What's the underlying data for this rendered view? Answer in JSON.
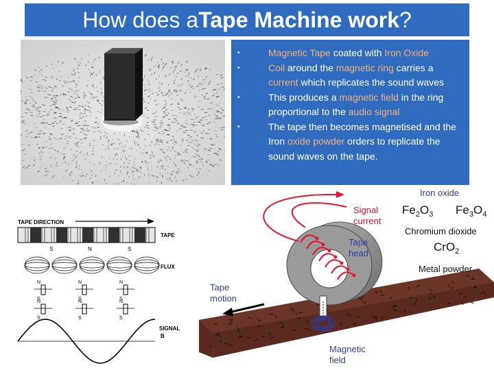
{
  "title": {
    "pre": "How does a ",
    "bold1": "Tape Machine",
    "mid": " ",
    "bold2": "work",
    "post": "?"
  },
  "bullets": [
    {
      "parts": [
        {
          "t": "Magnetic Tape",
          "hl": true
        },
        {
          "t": " coated with ",
          "hl": false
        },
        {
          "t": "Iron Oxide",
          "hl": true
        }
      ]
    },
    {
      "parts": [
        {
          "t": "Coil",
          "hl": true
        },
        {
          "t": " around the ",
          "hl": false
        },
        {
          "t": "magnetic ring",
          "hl": true
        },
        {
          "t": " carries a ",
          "hl": false
        },
        {
          "t": "current",
          "hl": true
        },
        {
          "t": " which replicates the sound waves",
          "hl": false
        }
      ]
    },
    {
      "parts": [
        {
          "t": "This produces a ",
          "hl": false
        },
        {
          "t": "magnetic field",
          "hl": true
        },
        {
          "t": " in the ring proportional to the ",
          "hl": false
        },
        {
          "t": "audio signal",
          "hl": true
        }
      ]
    },
    {
      "parts": [
        {
          "t": "The tape then becomes magnetised and the Iron ",
          "hl": false
        },
        {
          "t": "oxide powder",
          "hl": true
        },
        {
          "t": " orders to replicate the sound waves on the tape.",
          "hl": false
        }
      ]
    }
  ],
  "left_diagram": {
    "tape_direction": "TAPE DIRECTION",
    "tape": "TAPE",
    "flux": "FLUX",
    "signal": "SIGNAL",
    "signal_sub": "B",
    "pole_s": "S",
    "pole_n": "N"
  },
  "right_diagram": {
    "iron_oxide": "Iron oxide",
    "fe": "Fe",
    "o": "O",
    "sub2": "2",
    "sub3": "3",
    "sub4": "4",
    "chromium": "Chromium dioxide",
    "cr": "CrO",
    "metal": "Metal powder",
    "signal1": "Signal",
    "signal2": "current",
    "head1": "Tape",
    "head2": "head",
    "motion1": "Tape",
    "motion2": "motion",
    "field1": "Magnetic",
    "field2": "field"
  },
  "colors": {
    "accent": "#2f6bbf",
    "highlight": "#f2b27d",
    "label_red": "#e5132b",
    "label_blue": "#2a3ea3",
    "tape_brown": "#5a2a1f"
  }
}
